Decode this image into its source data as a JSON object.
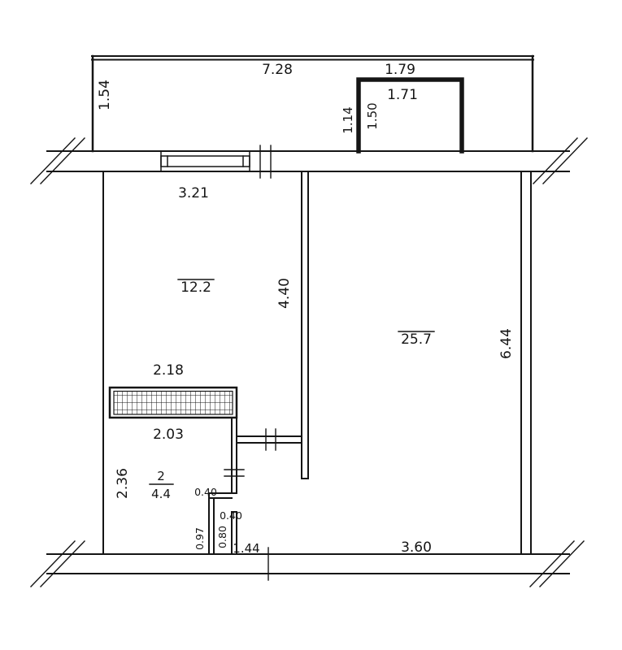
{
  "drawing": {
    "kind": "apartment-floor-plan",
    "background_color": "#ffffff",
    "line_color": "#151515"
  },
  "labels": {
    "balcony_width": "7.28",
    "niche_outer_width": "1.79",
    "niche_inner_width": "1.71",
    "balcony_left_depth": "1.54",
    "niche_left_depth": "1.14",
    "niche_inner_depth": "1.50",
    "window_width": "3.21",
    "interior_wall_length": "4.40",
    "right_wall_length": "6.44",
    "wardrobe_top_width": "2.18",
    "wardrobe_bottom_width": "2.03",
    "room2_side": "2.36",
    "step_width_a": "0.40",
    "step_width_b": "0.40",
    "step_height_left": "0.97",
    "step_height_right": "0.80",
    "bottom_left_width": "1.44",
    "bottom_right_width": "3.60"
  },
  "rooms": [
    {
      "number": "",
      "area": "12.2"
    },
    {
      "number": "",
      "area": "25.7"
    },
    {
      "number": "2",
      "area": "4.4"
    }
  ]
}
